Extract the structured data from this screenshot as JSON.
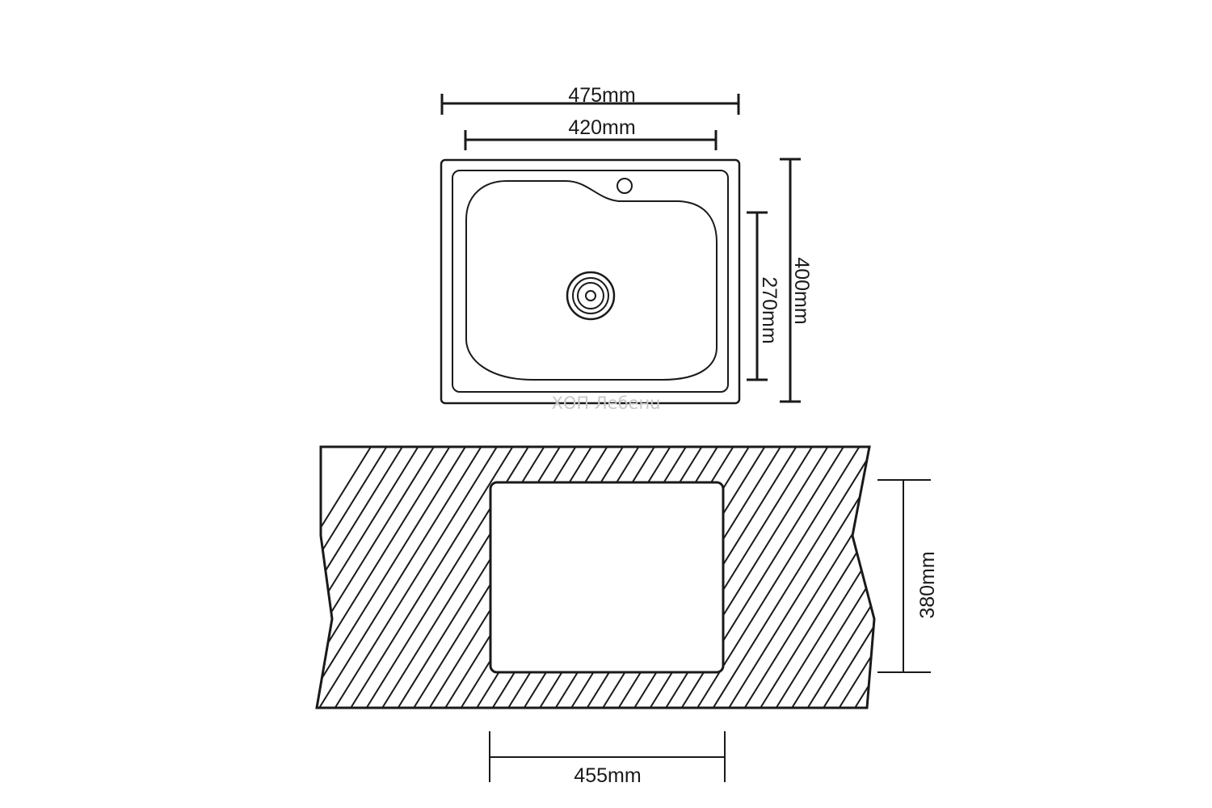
{
  "sink_plan": {
    "outer_width_label": "475mm",
    "bowl_width_label": "420mm",
    "outer_depth_label": "400mm",
    "bowl_depth_label": "270mm"
  },
  "cutout": {
    "depth_label": "380mm",
    "width_label": "455mm"
  },
  "watermark": "ХОП Лебенu",
  "colors": {
    "line": "#1a1a1a",
    "background": "#ffffff",
    "watermark": "#c8c8c8"
  }
}
